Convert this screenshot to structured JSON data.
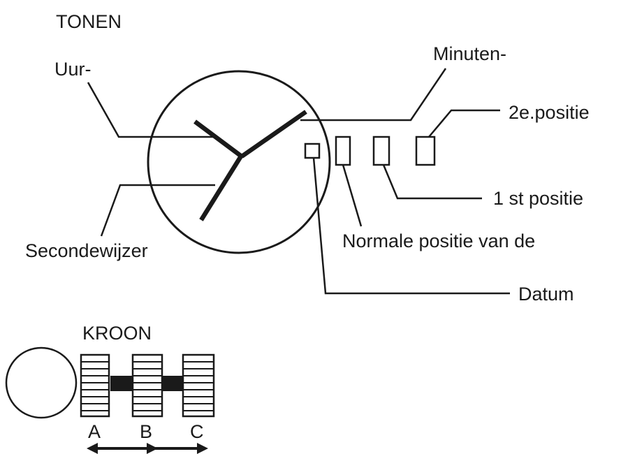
{
  "title": "TONEN",
  "labels": {
    "hour": "Uur-",
    "minute": "Minuten-",
    "second_position": "2e.positie",
    "first_position": "1 st positie",
    "normal_position": "Normale positie van de",
    "date": "Datum",
    "second_hand": "Secondewijzer"
  },
  "crown": {
    "title": "KROON",
    "positions": [
      "A",
      "B",
      "C"
    ]
  }
}
